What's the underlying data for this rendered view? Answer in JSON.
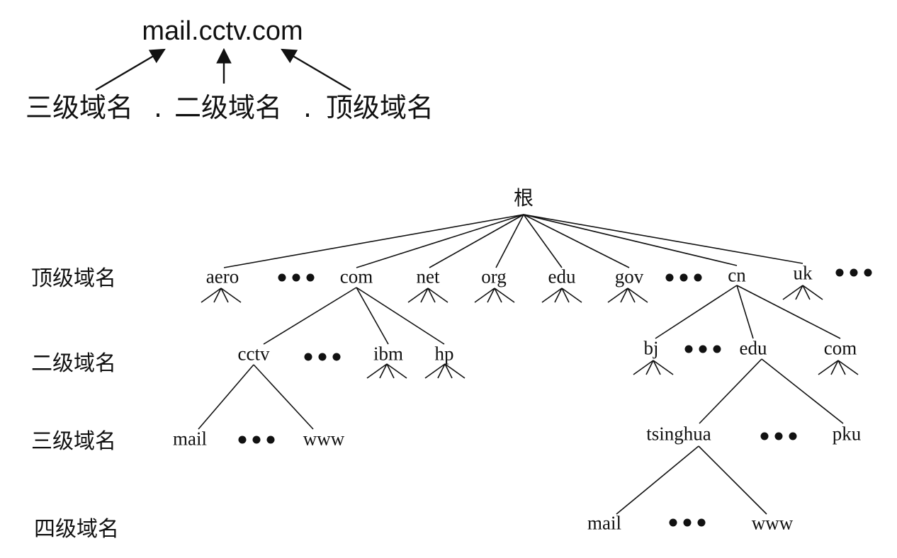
{
  "example": {
    "domain": "mail.cctv.com",
    "parts": [
      "三级域名",
      ".",
      "二级域名",
      ".",
      "顶级域名"
    ]
  },
  "levels": [
    "顶级域名",
    "二级域名",
    "三级域名",
    "四级域名"
  ],
  "tree": {
    "root": "根",
    "top_level": [
      "aero",
      "com",
      "net",
      "org",
      "edu",
      "gov",
      "cn",
      "uk"
    ],
    "com_children": [
      "cctv",
      "ibm",
      "hp"
    ],
    "cctv_children": [
      "mail",
      "www"
    ],
    "cn_children": [
      "bj",
      "edu",
      "com"
    ],
    "cn_edu_children": [
      "tsinghua",
      "pku"
    ],
    "tsinghua_children": [
      "mail",
      "www"
    ]
  },
  "colors": {
    "ink": "#111111",
    "background": "#ffffff"
  }
}
